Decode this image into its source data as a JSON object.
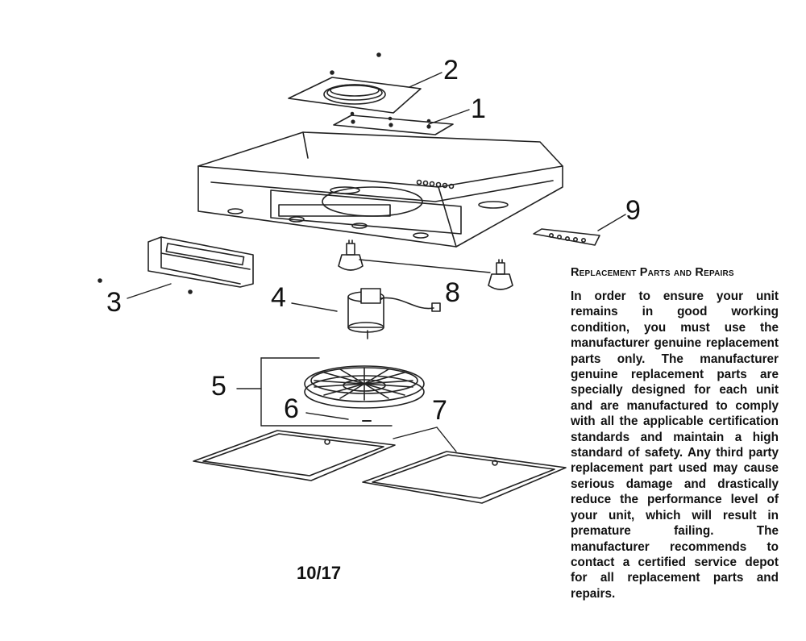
{
  "callouts": {
    "c1": "1",
    "c2": "2",
    "c3": "3",
    "c4": "4",
    "c5": "5",
    "c6": "6",
    "c7": "7",
    "c8": "8",
    "c9": "9"
  },
  "page_number": "10/17",
  "panel": {
    "title": "Replacement Parts and Repairs",
    "body": "In order to ensure your unit remains in good working condition, you must use the manufacturer genuine replacement parts only. The manufacturer genuine replacement parts are specially designed for each unit and are manufactured to comply with all the applicable certification standards and maintain a high standard of safety. Any third party replacement part used may cause serious damage and drastically reduce the performance level of your unit, which will result in premature failing. The manufacturer recommends to contact a certified service depot for all replacement parts and repairs."
  }
}
